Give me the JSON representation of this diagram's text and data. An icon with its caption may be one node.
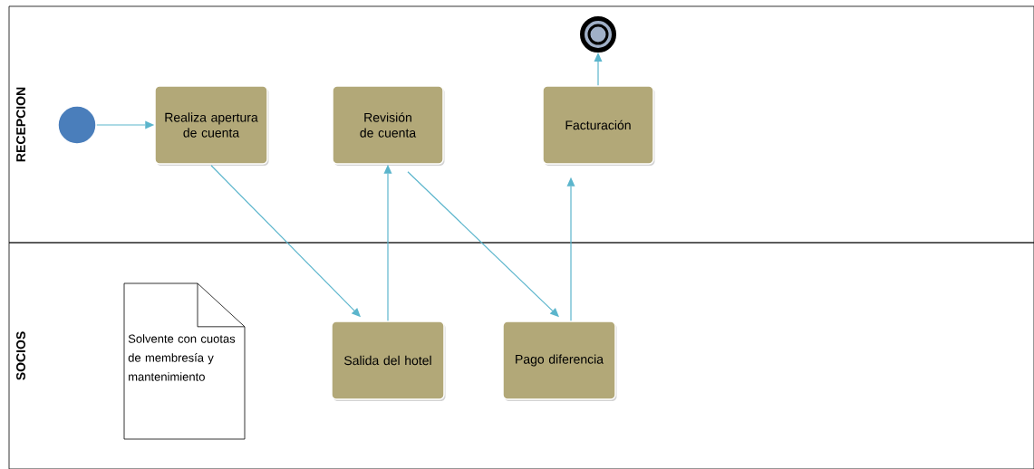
{
  "diagram": {
    "nodes": [
      {
        "text": [
          "RECEPCION"
        ]
      },
      {
        "text": [
          "SOCIOS"
        ]
      },
      {
        "text": [],
        "shape": "circle",
        "in": 0
      },
      {
        "text": [
          "Realiza apertura de cuenta"
        ],
        "in": 0
      },
      {
        "text": [
          "Revisión de cuenta"
        ],
        "in": 0
      },
      {
        "text": [
          "Facturación"
        ],
        "in": 0
      },
      {
        "text": [],
        "shape": "circle",
        "in": 0
      },
      {
        "text": [
          "Solvente con cuotas de membresía y mantenimiento"
        ],
        "in": 1
      },
      {
        "text": [
          "Salida del hotel"
        ],
        "in": 1
      },
      {
        "text": [
          "Pago diferencia"
        ],
        "in": 1
      }
    ],
    "edges": [
      {
        "from": 2,
        "to": 3,
        "arrow": "to"
      },
      {
        "from": 3,
        "to": 8,
        "arrow": "to"
      },
      {
        "from": 8,
        "to": 4,
        "arrow": "to"
      },
      {
        "from": 4,
        "to": 9,
        "arrow": "to"
      },
      {
        "from": 9,
        "to": 5,
        "arrow": "to"
      },
      {
        "from": 5,
        "to": 6,
        "arrow": "to"
      }
    ]
  }
}
